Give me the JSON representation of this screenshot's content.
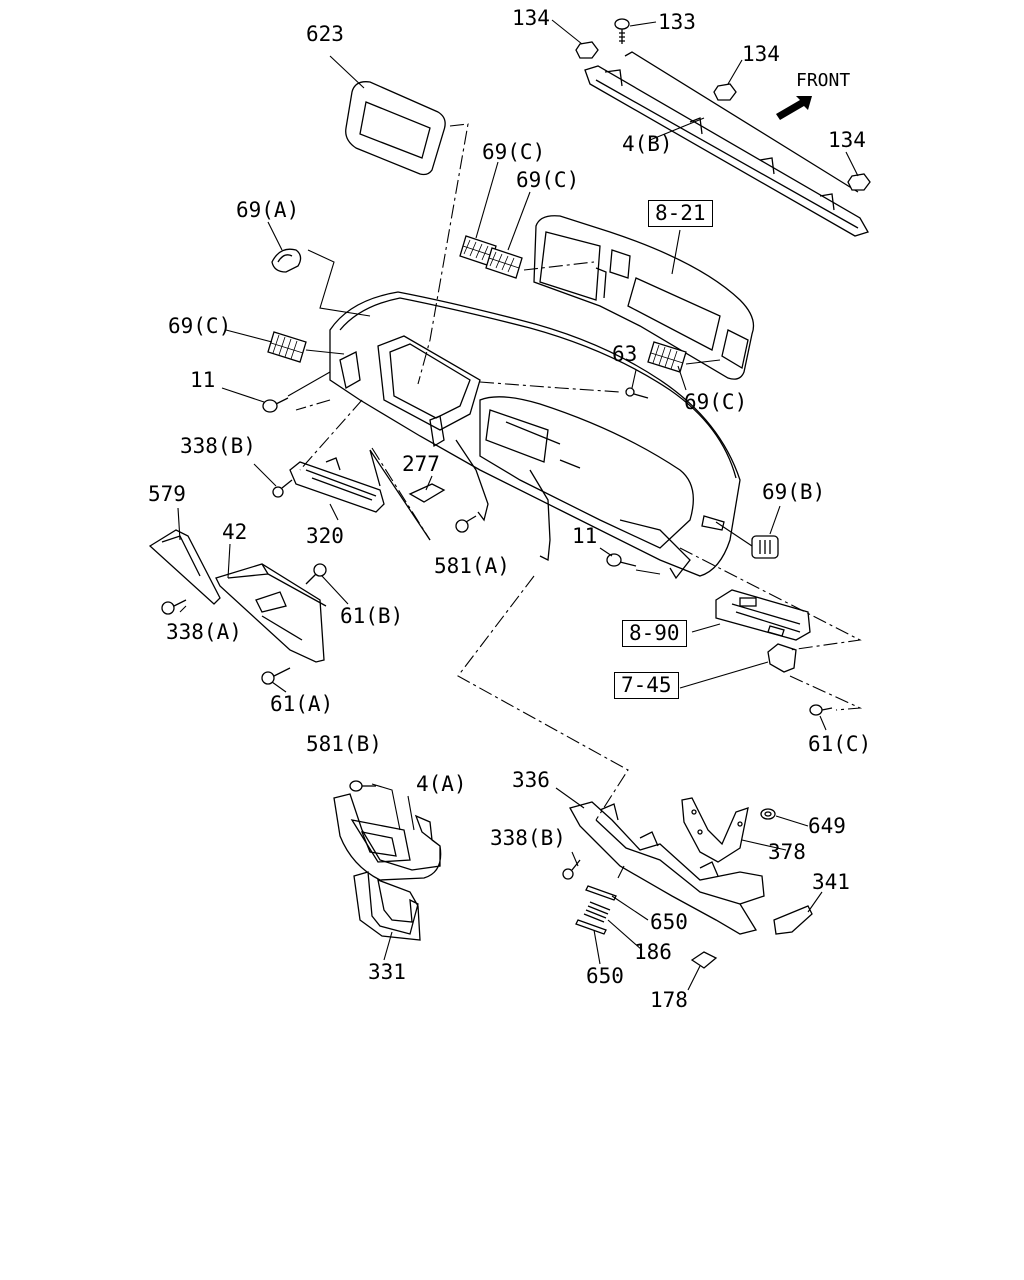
{
  "labels": {
    "l134a": "134",
    "l133": "133",
    "l134b": "134",
    "front": "FRONT",
    "l623": "623",
    "l4b": "4(B)",
    "l134c": "134",
    "l69c1": "69(C)",
    "l69c2": "69(C)",
    "l821": "8-21",
    "l69a": "69(A)",
    "l69c3": "69(C)",
    "l63": "63",
    "l11a": "11",
    "l69c4": "69(C)",
    "l338b1": "338(B)",
    "l277": "277",
    "l69b": "69(B)",
    "l579": "579",
    "l42": "42",
    "l320": "320",
    "l11b": "11",
    "l581a": "581(A)",
    "l61b": "61(B)",
    "l338a": "338(A)",
    "l890": "8-90",
    "l745": "7-45",
    "l61a": "61(A)",
    "l61c": "61(C)",
    "l581b": "581(B)",
    "l4a": "4(A)",
    "l336": "336",
    "l649": "649",
    "l338b2": "338(B)",
    "l378": "378",
    "l341": "341",
    "l650a": "650",
    "l186": "186",
    "l331": "331",
    "l650b": "650",
    "l178": "178"
  }
}
